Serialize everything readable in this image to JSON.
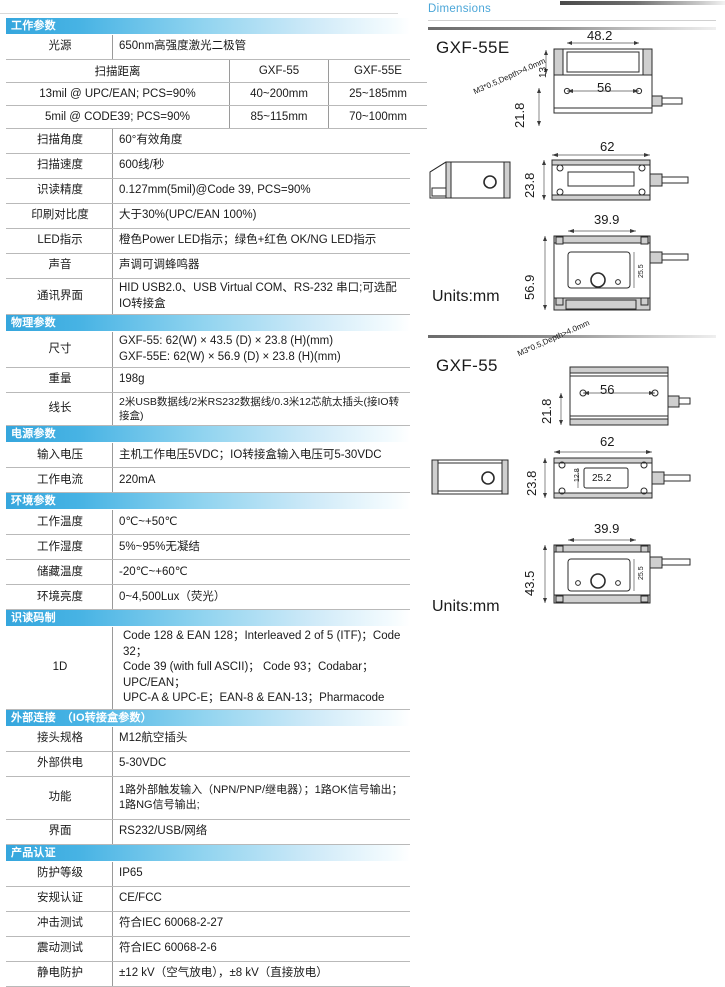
{
  "spec": {
    "sections": [
      {
        "id": "working-parameters",
        "header": "工作参数",
        "rows": [
          {
            "label": "光源",
            "value": "650nm高强度激光二极管"
          }
        ],
        "subtable": {
          "header": [
            "扫描距离",
            "GXF-55",
            "GXF-55E"
          ],
          "rows": [
            [
              "13mil @ UPC/EAN; PCS=90%",
              "40~200mm",
              "25~185mm"
            ],
            [
              "5mil  @ CODE39; PCS=90%",
              "85~115mm",
              "70~100mm"
            ]
          ]
        },
        "rows_after": [
          {
            "label": "扫描角度",
            "value": "60°有效角度"
          },
          {
            "label": "扫描速度",
            "value": "600线/秒"
          },
          {
            "label": "识读精度",
            "value": "0.127mm(5mil)@Code 39, PCS=90%"
          },
          {
            "label": "印刷对比度",
            "value": "大于30%(UPC/EAN 100%)"
          },
          {
            "label": "LED指示",
            "value": "橙色Power LED指示；绿色+红色 OK/NG LED指示"
          },
          {
            "label": "声音",
            "value": "声调可调蜂鸣器"
          },
          {
            "label": "通讯界面",
            "value": "HID USB2.0、USB Virtual COM、RS-232 串口;可选配IO转接盒"
          }
        ]
      },
      {
        "id": "physical-parameters",
        "header": "物理参数",
        "rows": [
          {
            "label": "尺寸",
            "value": "GXF-55:  62(W) × 43.5 (D) × 23.8 (H)(mm)\nGXF-55E:  62(W) × 56.9 (D) × 23.8 (H)(mm)"
          },
          {
            "label": "重量",
            "value": "198g"
          },
          {
            "label": "线长",
            "value": "2米USB数据线/2米RS232数据线/0.3米12芯航太插头(接IO转接盒)"
          }
        ]
      },
      {
        "id": "power-parameters",
        "header": "电源参数",
        "rows": [
          {
            "label": "输入电压",
            "value": "主机工作电压5VDC；IO转接盒输入电压可5-30VDC"
          },
          {
            "label": "工作电流",
            "value": "220mA"
          }
        ]
      },
      {
        "id": "environment-parameters",
        "header": "环境参数",
        "rows": [
          {
            "label": "工作温度",
            "value": "0℃~+50℃"
          },
          {
            "label": "工作湿度",
            "value": "5%~95%无凝结"
          },
          {
            "label": "储藏温度",
            "value": "-20℃~+60℃"
          },
          {
            "label": "环境亮度",
            "value": "0~4,500Lux（荧光）"
          }
        ]
      },
      {
        "id": "symbologies",
        "header": "识读码制",
        "rows": [
          {
            "label": "1D",
            "value": "Code 128 & EAN 128；Interleaved 2 of 5 (ITF)；Code 32；\nCode 39 (with full ASCII)；  Code 93；Codabar；UPC/EAN；\nUPC-A & UPC-E；EAN-8 & EAN-13；Pharmacode"
          }
        ]
      },
      {
        "id": "external-connection",
        "header": "外部连接　（IO转接盒参数）",
        "rows": [
          {
            "label": "接头规格",
            "value": "M12航空插头"
          },
          {
            "label": "外部供电",
            "value": "5-30VDC"
          },
          {
            "label": "功能",
            "value": "1路外部触发输入（NPN/PNP/继电器）；1路OK信号输出；\n1路NG信号输出;"
          },
          {
            "label": "界面",
            "value": "RS232/USB/网络"
          }
        ]
      },
      {
        "id": "certification",
        "header": "产品认证",
        "rows": [
          {
            "label": "防护等级",
            "value": "IP65"
          },
          {
            "label": "安规认证",
            "value": "CE/FCC"
          },
          {
            "label": "冲击测试",
            "value": "符合IEC 60068-2-27"
          },
          {
            "label": "震动测试",
            "value": "符合IEC 60068-2-6"
          },
          {
            "label": "静电防护",
            "value": "±12 kV（空气放电），±8 kV（直接放电）"
          }
        ]
      }
    ]
  },
  "dimensions": {
    "title": "Dimensions",
    "units_top": "Units:mm",
    "units_bottom": "Units:mm",
    "groups": [
      {
        "model": "GXF-55E",
        "thread_note": "M3*0.5,Depth>4.0mm",
        "front_view": {
          "width": "48.2",
          "inner_height": "13",
          "lower_width": "56",
          "lower_height": "21.8"
        },
        "side_view": {
          "width": "62",
          "height": "23.8"
        },
        "bottom_view": {
          "width": "39.9",
          "height": "56.9",
          "window": "25.5"
        }
      },
      {
        "model": "GXF-55",
        "thread_note": "M3*0.5,Depth>4.0mm",
        "front_view": {
          "width": "56",
          "height": "21.8"
        },
        "side_view": {
          "width": "62",
          "height": "23.8",
          "window_h": "12.8",
          "window_w": "25.2"
        },
        "bottom_view": {
          "width": "39.9",
          "height": "43.5",
          "window": "25.5"
        }
      }
    ]
  }
}
